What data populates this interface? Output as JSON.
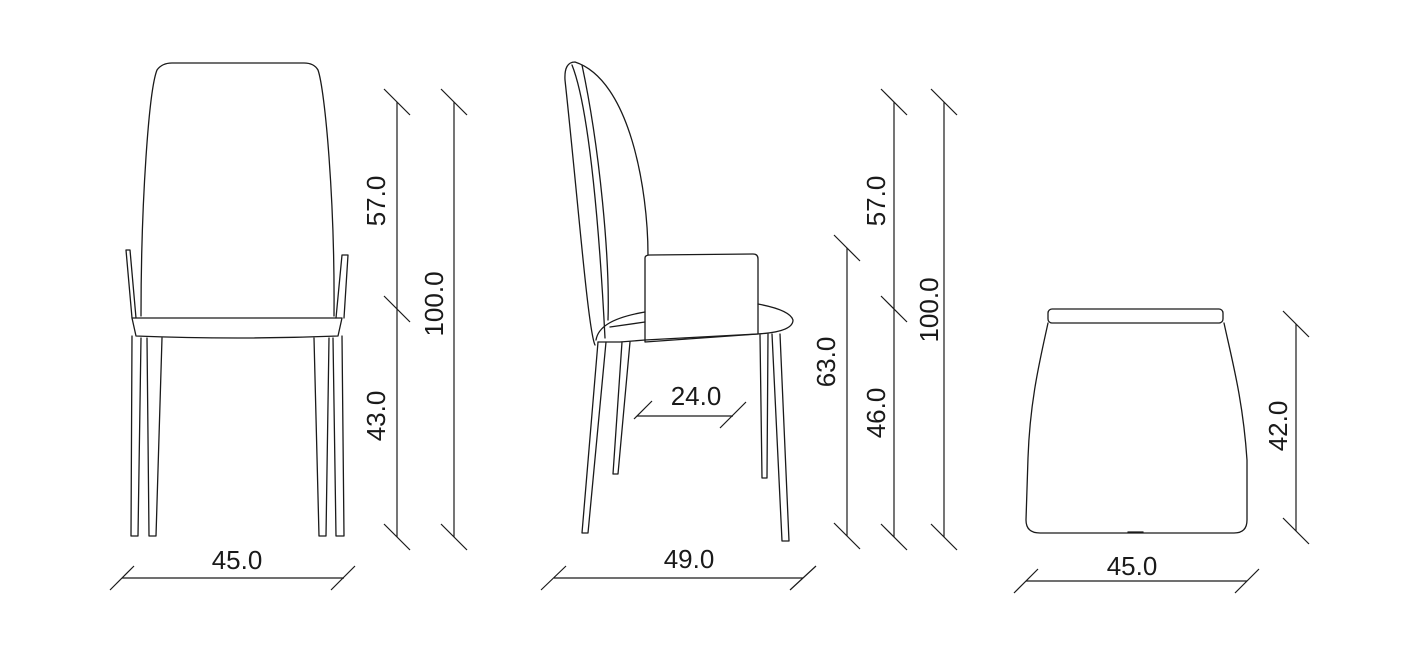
{
  "views": {
    "front": {
      "width_label": "45.0",
      "back_label": "57.0",
      "seat_label": "43.0",
      "total_label": "100.0"
    },
    "side": {
      "depth_label": "49.0",
      "arm_depth_label": "24.0",
      "arm_height_label": "63.0",
      "back_label": "57.0",
      "seat_label": "46.0",
      "total_label": "100.0"
    },
    "pouf": {
      "width_label": "45.0",
      "height_label": "42.0"
    }
  }
}
